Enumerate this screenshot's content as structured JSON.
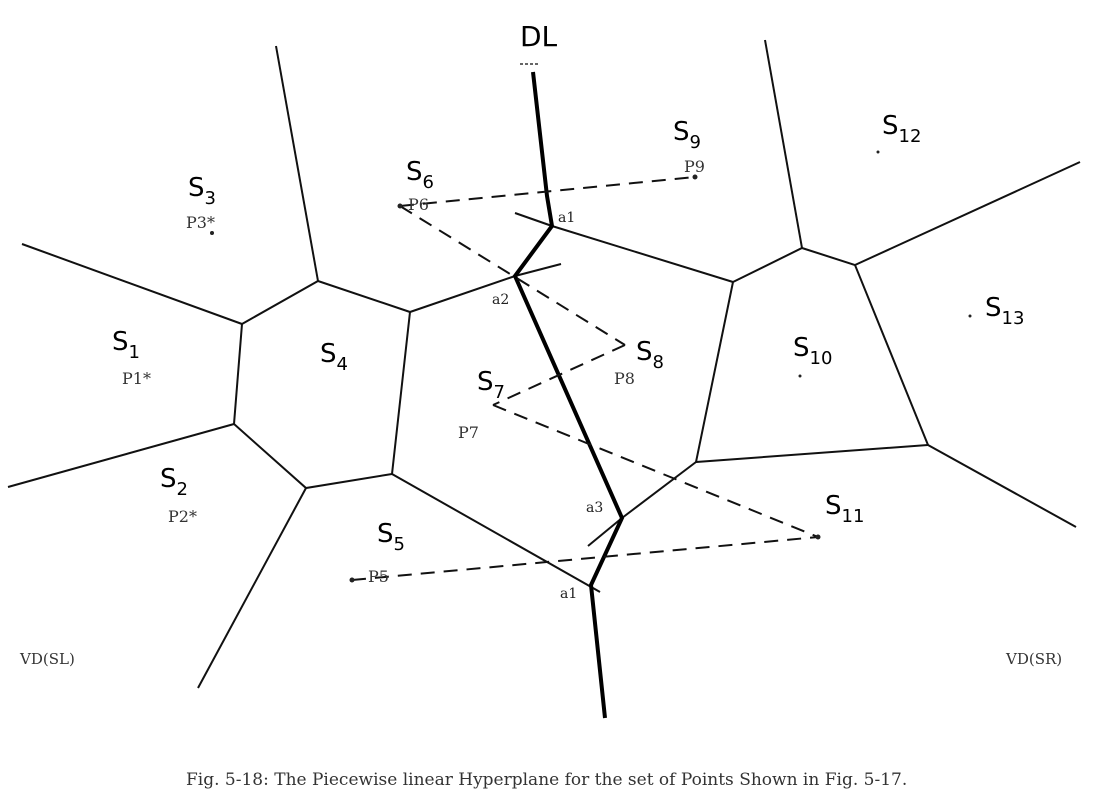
{
  "dividing_line_label": "DL",
  "regions": [
    {
      "id": "s1",
      "main": "S",
      "sub": "1"
    },
    {
      "id": "s2",
      "main": "S",
      "sub": "2"
    },
    {
      "id": "s3",
      "main": "S",
      "sub": "3"
    },
    {
      "id": "s4",
      "main": "S",
      "sub": "4"
    },
    {
      "id": "s5",
      "main": "S",
      "sub": "5"
    },
    {
      "id": "s6",
      "main": "S",
      "sub": "6"
    },
    {
      "id": "s7",
      "main": "S",
      "sub": "7"
    },
    {
      "id": "s8",
      "main": "S",
      "sub": "8"
    },
    {
      "id": "s9",
      "main": "S",
      "sub": "9"
    },
    {
      "id": "s10",
      "main": "S",
      "sub": "10"
    },
    {
      "id": "s11",
      "main": "S",
      "sub": "11"
    },
    {
      "id": "s12",
      "main": "S",
      "sub": "12"
    },
    {
      "id": "s13",
      "main": "S",
      "sub": "13"
    }
  ],
  "point_labels": {
    "p1": "P1*",
    "p2": "P2*",
    "p3": "P3*",
    "p5": "P5",
    "p6": "P6",
    "p7": "P7",
    "p8": "P8",
    "p9": "P9"
  },
  "vertex_labels": {
    "a1_top": "a1",
    "a2": "a2",
    "a3": "a3",
    "a4": "a1"
  },
  "side_labels": {
    "left": "VD(SL)",
    "right": "VD(SR)"
  },
  "caption": "Fig. 5-18:  The Piecewise linear Hyperplane for the set of Points Shown in Fig. 5-17."
}
